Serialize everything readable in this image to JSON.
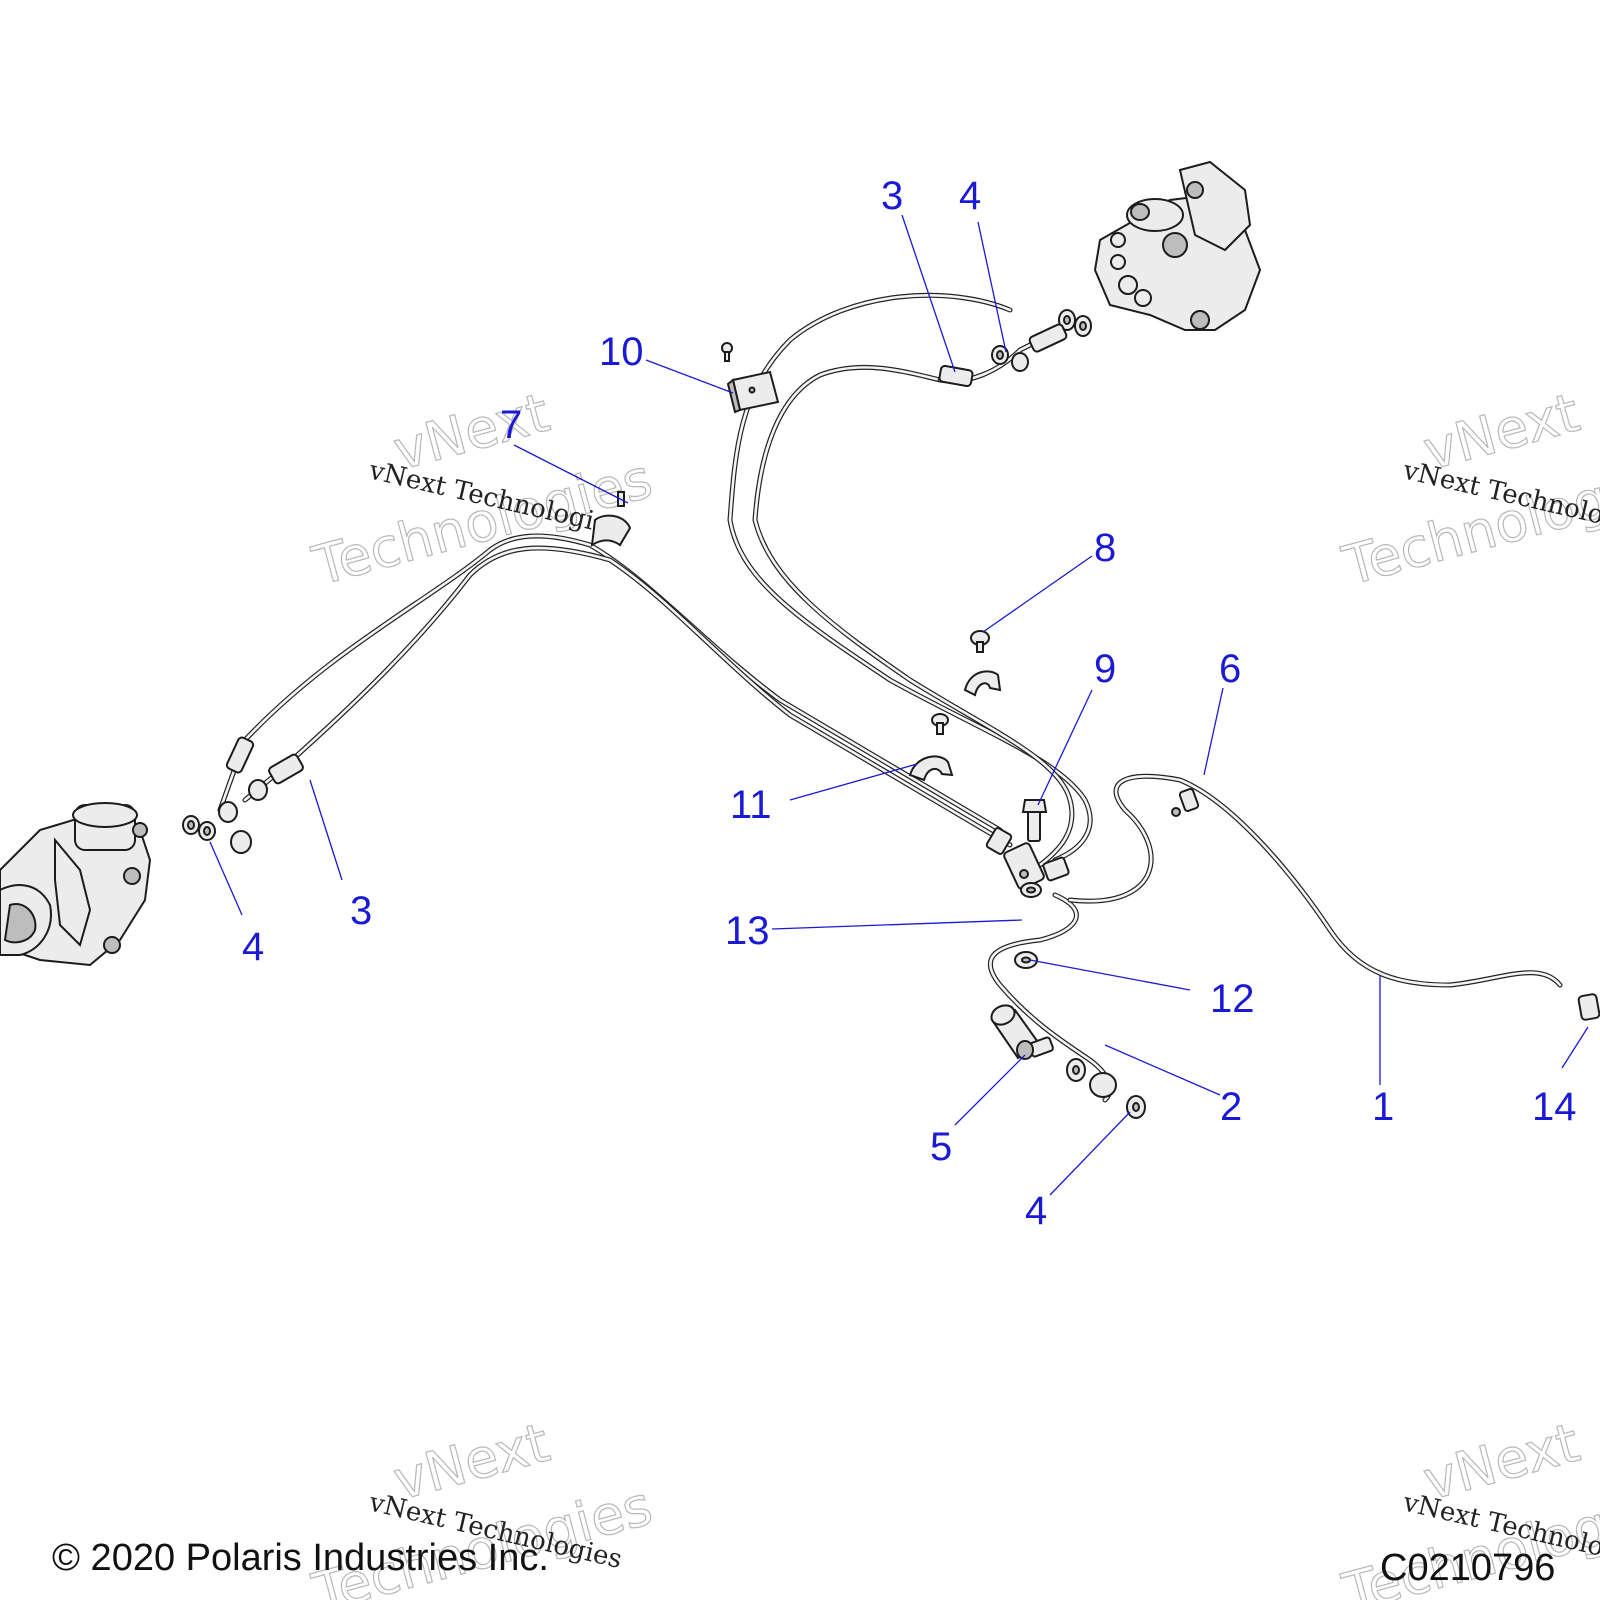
{
  "copyright": "© 2020 Polaris Industries Inc.",
  "figure_id": "C0210796",
  "watermark": {
    "line_small": "vNext Technologies",
    "line_big_1": "vNext",
    "line_big_2": "Technologies"
  },
  "callouts": [
    {
      "id": "c1",
      "label": "1"
    },
    {
      "id": "c2",
      "label": "2"
    },
    {
      "id": "c3a",
      "label": "3"
    },
    {
      "id": "c3b",
      "label": "3"
    },
    {
      "id": "c4a",
      "label": "4"
    },
    {
      "id": "c4b",
      "label": "4"
    },
    {
      "id": "c4c",
      "label": "4"
    },
    {
      "id": "c5",
      "label": "5"
    },
    {
      "id": "c6",
      "label": "6"
    },
    {
      "id": "c7",
      "label": "7"
    },
    {
      "id": "c8",
      "label": "8"
    },
    {
      "id": "c9",
      "label": "9"
    },
    {
      "id": "c10",
      "label": "10"
    },
    {
      "id": "c11",
      "label": "11"
    },
    {
      "id": "c12",
      "label": "12"
    },
    {
      "id": "c13",
      "label": "13"
    },
    {
      "id": "c14",
      "label": "14"
    }
  ],
  "colors": {
    "callout": "#1a1ad6",
    "line_art": "#1c1c1c",
    "background": "#ffffff"
  }
}
